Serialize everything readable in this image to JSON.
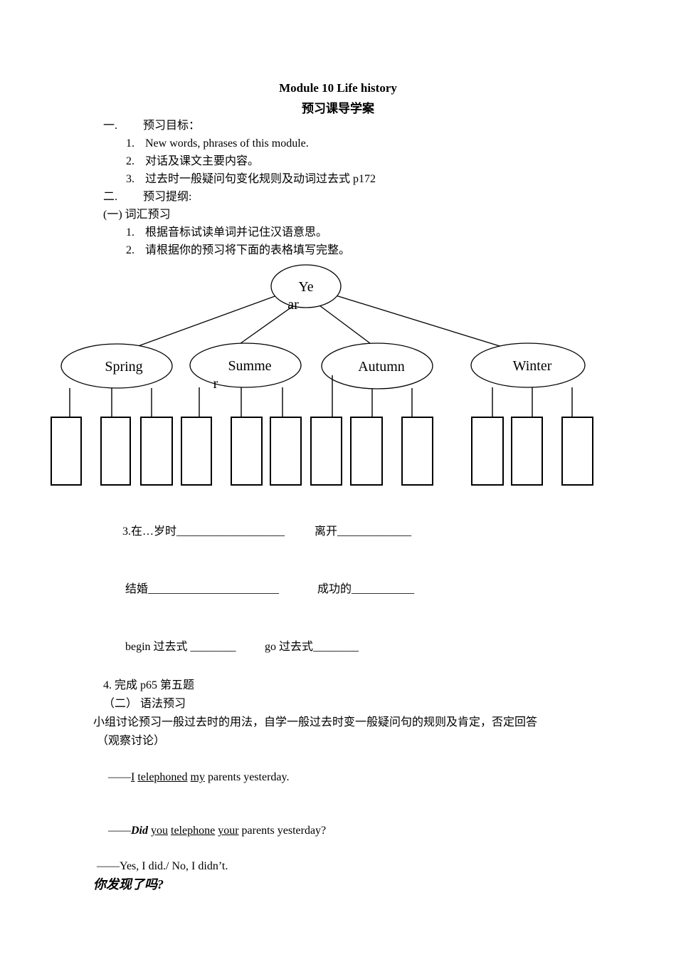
{
  "page": {
    "title_en": "Module 10 Life history",
    "title_zh": "预习课导学案"
  },
  "section_one": {
    "num": "一.",
    "title": "预习目标：",
    "items": [
      {
        "num": "1.",
        "text": "New words, phrases of this module."
      },
      {
        "num": "2.",
        "text": "对话及课文主要内容。"
      },
      {
        "num": "3.",
        "text": "过去时一般疑问句变化规则及动词过去式 p172"
      }
    ]
  },
  "section_two": {
    "num": "二.",
    "title": "预习提纲:",
    "vocab_label": "(一) 词汇预习",
    "vocab_items": [
      {
        "num": "1.",
        "text": "根据音标试读单词并记住汉语意思。"
      },
      {
        "num": "2.",
        "text": "请根据你的预习将下面的表格填写完整。"
      }
    ]
  },
  "diagram": {
    "root_line1": "Ye",
    "root_line2": "ar",
    "spring": "Spring",
    "summer_line1": "Summe",
    "summer_line2": "r",
    "autumn": "Autumn",
    "winter": "Winter",
    "month_box_count": 12
  },
  "vocab_fill": {
    "line1_left": "3.在…岁时___________________",
    "line1_right": "离开_____________",
    "line2_left": "结婚_______________________",
    "line2_right": "成功的___________",
    "line3_left": "begin 过去式 ________",
    "line3_right": "go 过去式________",
    "item4": "4. 完成 p65 第五题"
  },
  "grammar": {
    "label": "（二） 语法预习",
    "intro": "小组讨论预习一般过去时的用法，自学一般过去时变一般疑问句的规则及肯定，否定回答",
    "note": "（观察讨论）",
    "s1": {
      "dash": "——",
      "w1": "I",
      "sp1": " ",
      "w2": "telephoned",
      "sp2": " ",
      "w3": "my",
      "rest": " parents yesterday."
    },
    "s2": {
      "dash": "——",
      "did": "Did",
      "sp0": " ",
      "w1": "you",
      "sp1": " ",
      "w2": "telephone",
      "sp2": " ",
      "w3": "your",
      "rest": " parents yesterday?"
    },
    "s3": "——Yes, I did./ No, I didn’t.",
    "question": "你发现了吗?"
  }
}
